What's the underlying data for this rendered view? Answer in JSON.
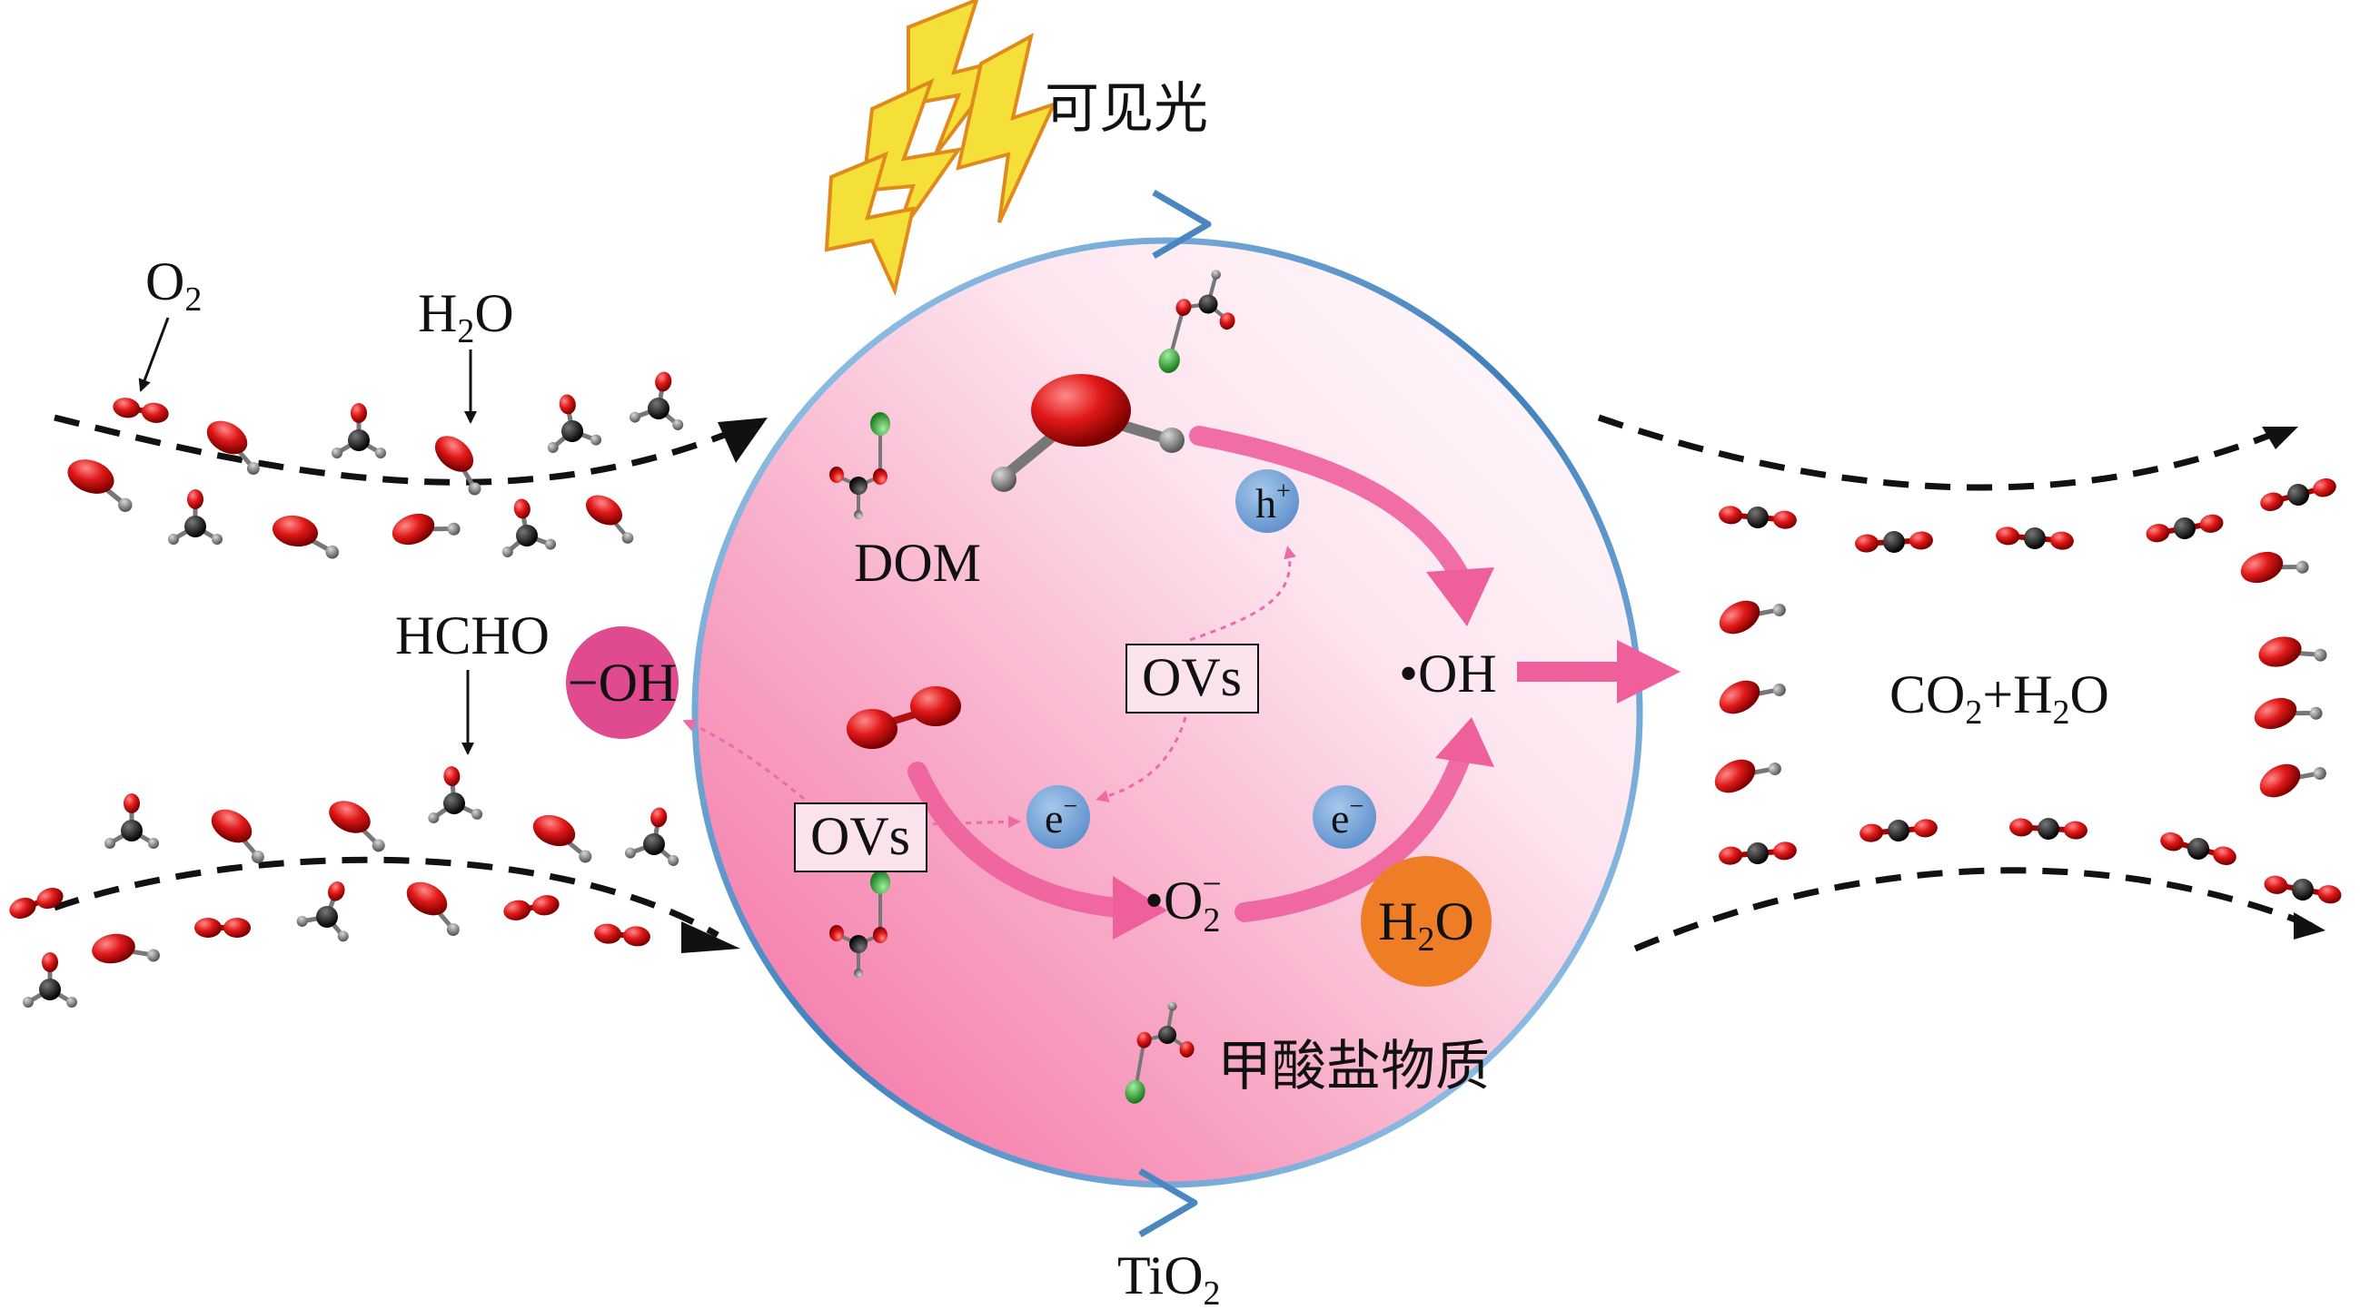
{
  "light": {
    "label": "可见光",
    "bolt_color": "#f5e03a",
    "bolt_edge": "#e08a1e"
  },
  "inlet": {
    "o2": {
      "base": "O",
      "subscript": "2"
    },
    "h2o": {
      "pre": "H",
      "subscript": "2",
      "post": "O"
    },
    "hcho": "HCHO"
  },
  "particle": {
    "name": {
      "base": "TiO",
      "subscript": "2"
    },
    "dom": "DOM",
    "ovs_top": "OVs",
    "ovs_bottom": "OVs",
    "hplus": {
      "base": "h",
      "sup": "+"
    },
    "eminus_left": {
      "base": "e",
      "sup": "−"
    },
    "eminus_right": {
      "base": "e",
      "sup": "−"
    },
    "oh_radical": "•OH",
    "superoxide": {
      "dot": "•",
      "base": "O",
      "subscript": "2",
      "sup": "−"
    },
    "water_bubble": {
      "pre": "H",
      "subscript": "2",
      "post": "O"
    },
    "formate": "甲酸盐物质"
  },
  "hydroxyl_bubble": "−OH",
  "outlet": {
    "pre": "CO",
    "subscript": "2",
    "mid": "+H",
    "subscript2": "2",
    "post": "O"
  },
  "colors": {
    "pink_arrow": "#ee5f9c",
    "bubble_hydroxyl": "#e04a8e",
    "bubble_water": "#ef7d25",
    "bubble_carrier": "#7aaad8",
    "ring": "#4a86c0",
    "oxygen_atom": "#e01a1a",
    "carbon_atom": "#111111",
    "hydrogen_atom": "#8a8a8a",
    "chlorine_atom": "#2fa12f"
  }
}
